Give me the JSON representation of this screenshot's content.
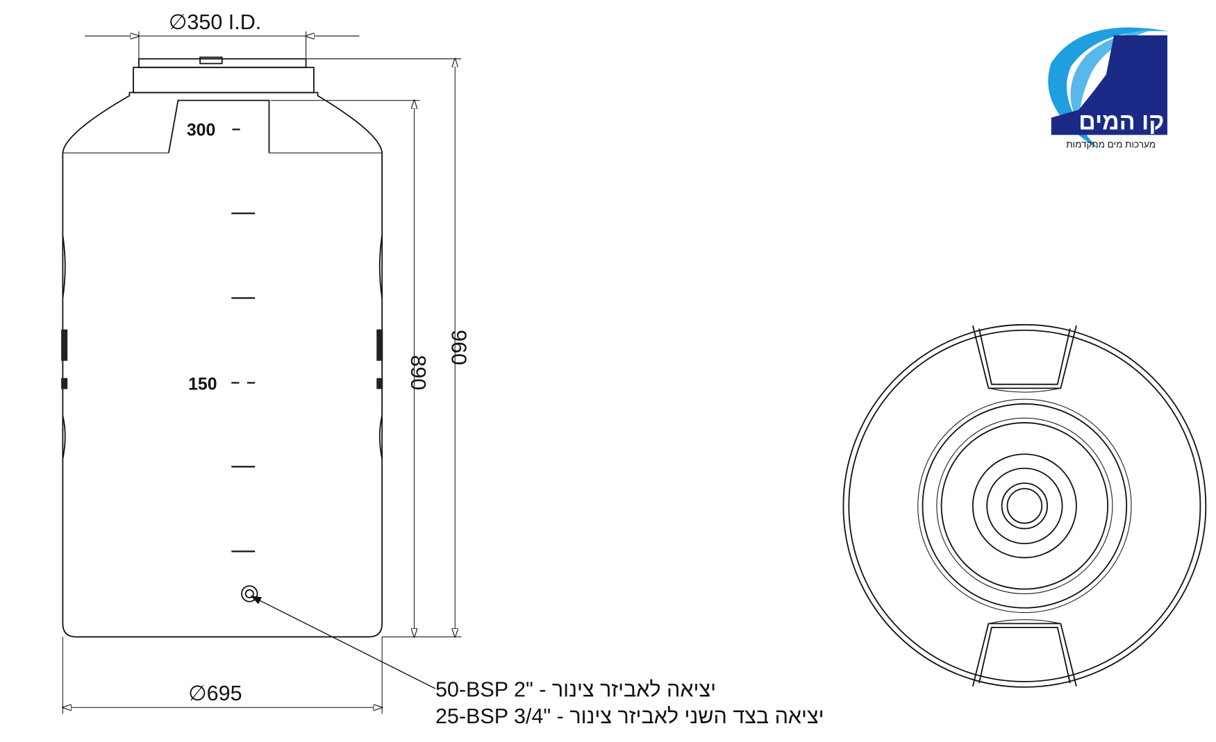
{
  "dimensions": {
    "top_opening": "∅350 I.D.",
    "height_body": "890",
    "height_total": "960",
    "diameter": "∅695"
  },
  "level_marks": {
    "upper": "300",
    "middle": "150"
  },
  "notes": [
    "50-BSP 2\" - יציאה לאביזר צינור",
    "25-BSP 3/4\" - יציאה בצד השני לאביזר צינור"
  ],
  "logo": {
    "name": "קו המים",
    "tagline": "מערכות מים מתקדמות",
    "colors": {
      "dark": "#1a2a86",
      "light": "#1f9ee0"
    }
  }
}
